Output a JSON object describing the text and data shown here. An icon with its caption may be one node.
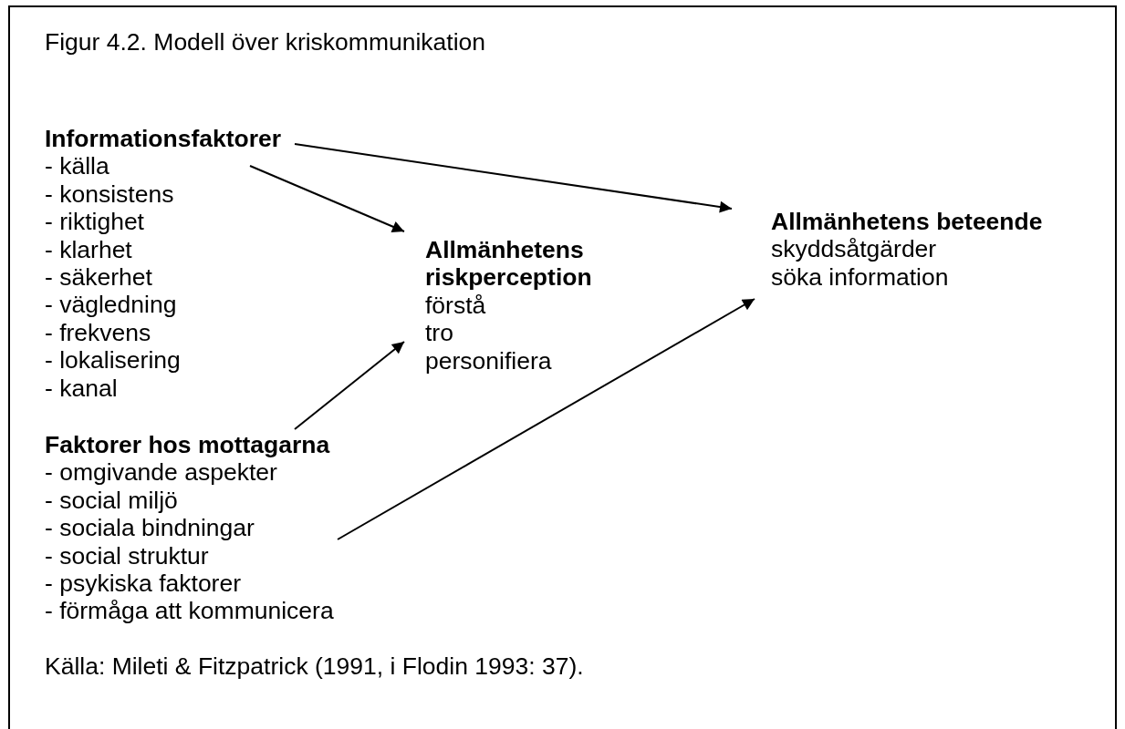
{
  "diagram": {
    "title": "Figur 4.2. Modell över kriskommunikation",
    "caption": "Källa: Mileti & Fitzpatrick (1991, i Flodin 1993: 37).",
    "nodes": [
      {
        "text": [
          "Informationsfaktorer",
          "- källa",
          "- konsistens",
          "- riktighet",
          "- klarhet",
          "- säkerhet",
          "- vägledning",
          "- frekvens",
          "- lokalisering",
          "- kanal"
        ]
      },
      {
        "text": [
          "Allmänhetens riskperception",
          "förstå",
          "tro",
          "personifiera"
        ]
      },
      {
        "text": [
          "Allmänhetens beteende",
          "skyddsåtgärder",
          "söka information"
        ]
      },
      {
        "text": [
          "Faktorer hos mottagarna",
          "- omgivande aspekter",
          "- social miljö",
          "- sociala bindningar",
          "- social struktur",
          "- psykiska faktorer",
          "- förmåga att kommunicera"
        ]
      }
    ],
    "edges": [
      {
        "from": 0,
        "to": 2,
        "arrow": "to"
      },
      {
        "from": 0,
        "to": 1,
        "arrow": "to"
      },
      {
        "from": 3,
        "to": 1,
        "arrow": "to"
      },
      {
        "from": 3,
        "to": 2,
        "arrow": "to"
      }
    ]
  }
}
